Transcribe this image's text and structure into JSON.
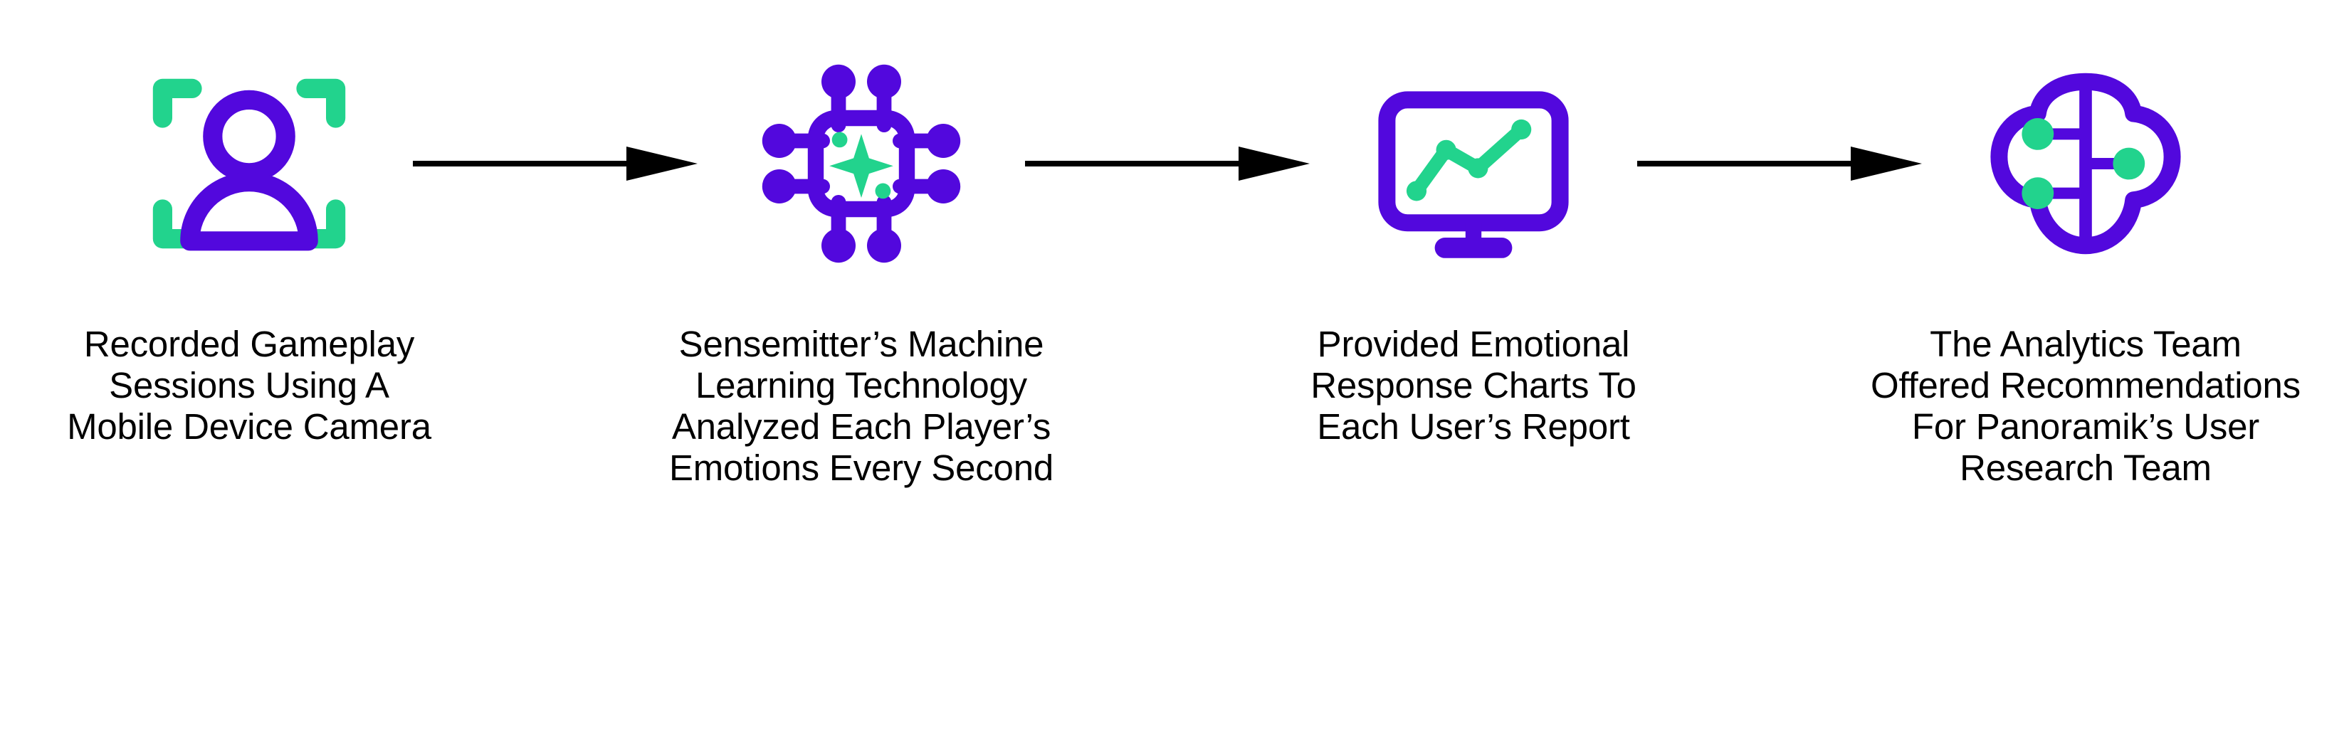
{
  "colors": {
    "purple": "#5208DD",
    "green": "#22D38D",
    "arrow": "#000000",
    "text": "#000000",
    "background": "#FFFFFF"
  },
  "diagram": {
    "type": "horizontal-process-flow",
    "step_count": 4,
    "arrow_count": 3,
    "steps": [
      {
        "index": 1,
        "icon": "person-scan-frame-icon",
        "caption": "Recorded Gameplay\nSessions Using A\nMobile Device Camera",
        "caption_lines": [
          "Recorded Gameplay",
          "Sessions Using A",
          "Mobile Device Camera"
        ]
      },
      {
        "index": 2,
        "icon": "ai-chip-sparkle-icon",
        "caption": "Sensemitter’s Machine\nLearning Technology\nAnalyzed Each Player’s\nEmotions Every Second",
        "caption_lines": [
          "Sensemitter’s Machine",
          "Learning Technology",
          "Analyzed Each Player’s",
          "Emotions Every Second"
        ]
      },
      {
        "index": 3,
        "icon": "monitor-line-chart-icon",
        "caption": "Provided Emotional\nResponse Charts To\nEach User’s Report",
        "caption_lines": [
          "Provided Emotional",
          "Response Charts To",
          "Each User’s Report"
        ]
      },
      {
        "index": 4,
        "icon": "brain-nodes-icon",
        "caption": "The Analytics Team\nOffered Recommendations\nFor Panoramik’s User\nResearch Team",
        "caption_lines": [
          "The Analytics Team",
          "Offered Recommendations",
          "For Panoramik’s User",
          "Research Team"
        ]
      }
    ],
    "arrows": [
      {
        "index": 1,
        "direction": "right",
        "from_step": 1,
        "to_step": 2
      },
      {
        "index": 2,
        "direction": "right",
        "from_step": 2,
        "to_step": 3
      },
      {
        "index": 3,
        "direction": "right",
        "from_step": 3,
        "to_step": 4
      }
    ]
  }
}
